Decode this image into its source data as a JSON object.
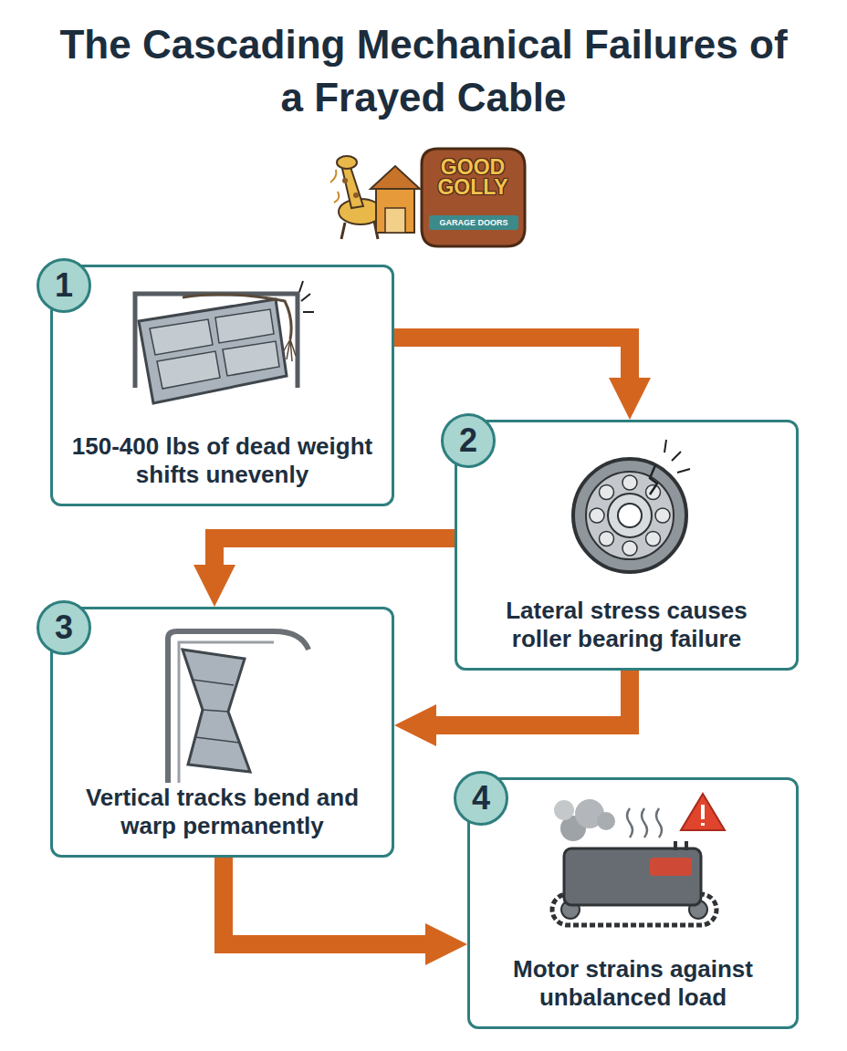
{
  "diagram": {
    "title": "The Cascading Mechanical Failures of a Frayed Cable",
    "nodes": [
      {
        "text": [
          "1",
          "150-400 lbs of dead weight shifts unevenly"
        ]
      },
      {
        "text": [
          "2",
          "Lateral stress causes roller bearing failure"
        ]
      },
      {
        "text": [
          "3",
          "Vertical tracks bend and warp permanently"
        ]
      },
      {
        "text": [
          "4",
          "Motor strains against unbalanced load"
        ]
      }
    ],
    "edges": [
      {
        "from": 0,
        "to": 1,
        "arrow": "to"
      },
      {
        "from": 1,
        "to": 2,
        "arrow": "to"
      },
      {
        "from": 1,
        "to": 2,
        "arrow": "to"
      },
      {
        "from": 2,
        "to": 3,
        "arrow": "to"
      }
    ],
    "labels": [
      "GOOD GOLLY",
      "GARAGE DOORS"
    ]
  }
}
